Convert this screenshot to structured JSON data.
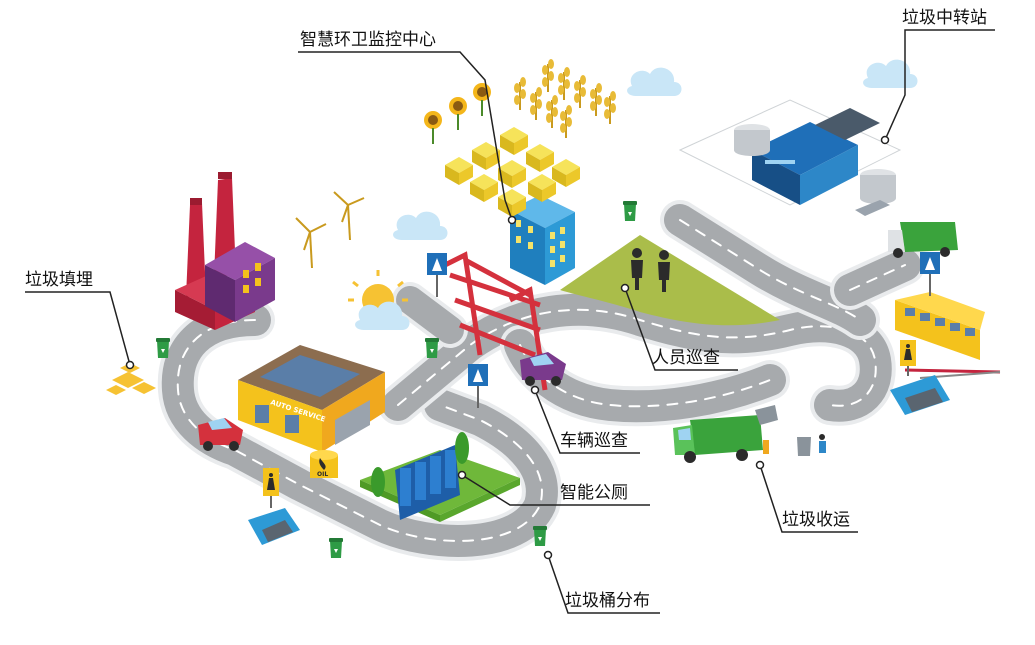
{
  "callouts": {
    "monitoring_center": "智慧环卫监控中心",
    "transfer_station": "垃圾中转站",
    "landfill": "垃圾填埋",
    "personnel_patrol": "人员巡查",
    "vehicle_patrol": "车辆巡查",
    "smart_toilet": "智能公厕",
    "waste_collection": "垃圾收运",
    "bin_distribution": "垃圾桶分布"
  },
  "signage": {
    "auto_service": "AUTO SERVICE",
    "oil": "OIL"
  },
  "colors": {
    "road": "#a7aaad",
    "road_edge": "#e9ebed",
    "grass": "#aabd4a",
    "lawn": "#6fb83a",
    "factory_red": "#c4243e",
    "factory_purple": "#7a3a8c",
    "bridge_red": "#d4313d",
    "truck_green": "#3aa33c",
    "bin_green": "#2e9b45",
    "building_blue": "#2d9ad6",
    "bus_yellow": "#f4c21c",
    "sun_yellow": "#f6c233",
    "cloud_blue": "#c9e6f7"
  }
}
